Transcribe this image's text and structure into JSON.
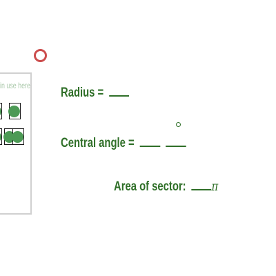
{
  "bank": {
    "hint": "in use here)"
  },
  "labels": {
    "radius": "Radius =",
    "central_angle": "Central angle =",
    "area_of_sector": "Area of sector:",
    "pi_symbol": "π"
  },
  "colors": {
    "label_green": "#2f6f28",
    "token_green": "#4c9a55",
    "reset_red": "#cc4d4d",
    "hint_green": "#a9c8a9"
  },
  "icons": {
    "reset": "circle-outline-icon",
    "degree": "degree-icon"
  }
}
